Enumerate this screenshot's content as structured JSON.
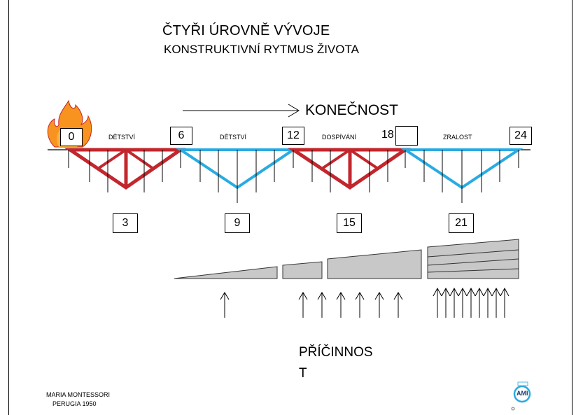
{
  "title": {
    "line1": "ČTYŘI ÚROVNĚ VÝVOJE",
    "line2": "KONSTRUKTIVNÍ RYTMUS ŽIVOTA"
  },
  "finality_label": "KONEČNOST",
  "causality_label": {
    "line1": "PŘÍČINNOS",
    "line2": "T"
  },
  "stages": [
    {
      "label": "DĚTSTVÍ",
      "start": "0",
      "middle": "3",
      "end": "6",
      "color": "#c1272d"
    },
    {
      "label": "DĚTSTVÍ",
      "start": "6",
      "middle": "9",
      "end": "12",
      "color": "#29abe2"
    },
    {
      "label": "DOSPÍVÁNÍ",
      "start": "12",
      "middle": "15",
      "end": "18",
      "color": "#c1272d"
    },
    {
      "label": "ZRALOST",
      "start": "18",
      "middle": "21",
      "end": "24",
      "color": "#29abe2"
    }
  ],
  "ages": [
    "0",
    "6",
    "12",
    "18",
    "24",
    "3",
    "9",
    "15",
    "21"
  ],
  "credit": {
    "line1": "MARIA MONTESSORI",
    "line2": "PERUGIA 1950"
  },
  "logo_text": "AMI",
  "colors": {
    "red": "#c1272d",
    "blue": "#29abe2",
    "wedge": "#c8c8c8"
  }
}
